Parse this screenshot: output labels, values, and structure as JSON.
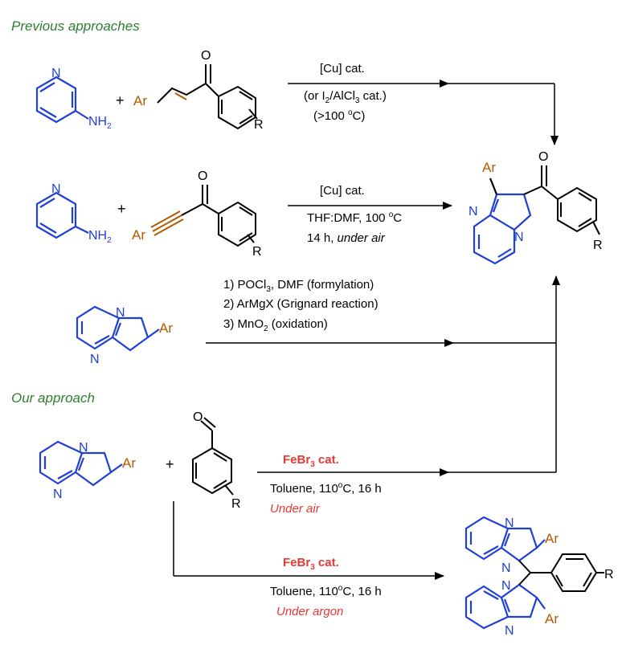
{
  "section_titles": {
    "previous": "Previous approaches",
    "ours": "Our approach"
  },
  "atom_labels": {
    "nh2": "NH",
    "two": "2",
    "ar": "Ar",
    "n": "N",
    "o": "O",
    "r": "R",
    "plus": "+"
  },
  "conditions": {
    "r1_line1": "[Cu] cat.",
    "r1_line2_a": "(or I",
    "r1_line2_b": "2",
    "r1_line2_c": "/AlCl",
    "r1_line2_d": "3",
    "r1_line2_e": " cat.)",
    "r1_line3_a": "(>100 ",
    "r1_line3_b": "o",
    "r1_line3_c": "C)",
    "r2_line1": "[Cu] cat.",
    "r2_line2_a": "THF:DMF, 100 ",
    "r2_line2_b": "o",
    "r2_line2_c": "C",
    "r2_line3_a": "14 h, ",
    "r2_line3_b": "under air",
    "r3_line1_a": "1) POCl",
    "r3_line1_b": "3",
    "r3_line1_c": ", DMF (formylation)",
    "r3_line2": "2) ArMgX (Grignard reaction)",
    "r3_line3_a": "3) MnO",
    "r3_line3_b": "2",
    "r3_line3_c": " (oxidation)",
    "r4_cat_a": "FeBr",
    "r4_cat_b": "3",
    "r4_cat_c": " cat.",
    "r4_line2_a": "Toluene, 110",
    "r4_line2_b": "o",
    "r4_line2_c": "C, 16 h",
    "r4_line3": "Under air",
    "r5_cat_a": "FeBr",
    "r5_cat_b": "3",
    "r5_cat_c": " cat.",
    "r5_line2_a": "Toluene, 110",
    "r5_line2_b": "o",
    "r5_line2_c": "C, 16 h",
    "r5_line3": "Under argon"
  },
  "colors": {
    "title_green": "#2e7d32",
    "molecule_blue": "#1f3fd6",
    "ar_orange": "#b35a00",
    "condition_red": "#e53935",
    "line_black": "#000000"
  }
}
